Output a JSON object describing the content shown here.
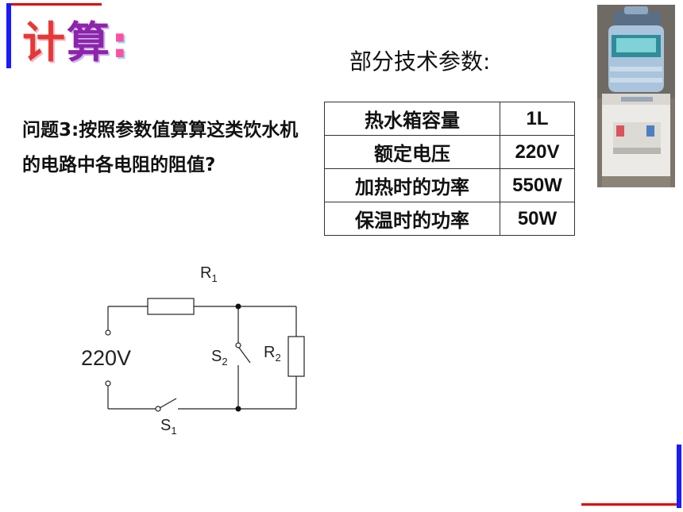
{
  "title": {
    "ch1": "计",
    "ch2": "算",
    "ch3": ":"
  },
  "subtitle": "部分技术参数:",
  "question": "问题3:按照参数值算算这类饮水机的电路中各电阻的阻值?",
  "spec_table": {
    "rows": [
      {
        "key": "热水箱容量",
        "value": "1L"
      },
      {
        "key": "额定电压",
        "value": "220V"
      },
      {
        "key": "加热时的功率",
        "value": "550W"
      },
      {
        "key": "保温时的功率",
        "value": "50W"
      }
    ]
  },
  "circuit": {
    "source": "220V",
    "r1": {
      "base": "R",
      "sub": "1"
    },
    "r2": {
      "base": "R",
      "sub": "2"
    },
    "s1": {
      "base": "S",
      "sub": "1"
    },
    "s2": {
      "base": "S",
      "sub": "2"
    }
  },
  "colors": {
    "accent_red": "#e00000",
    "accent_blue": "#1a1aff"
  }
}
